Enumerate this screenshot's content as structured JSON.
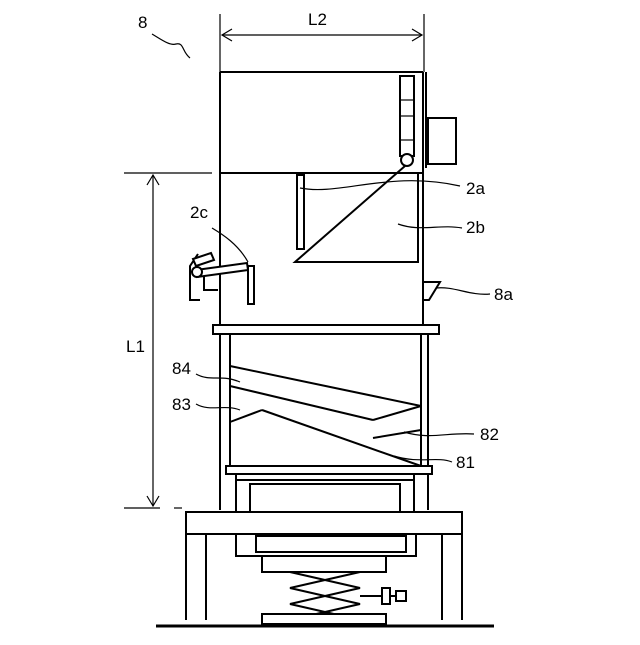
{
  "figure": {
    "ref_main": "8",
    "dim_width": "L2",
    "dim_height": "L1",
    "labels": {
      "part_2a": "2a",
      "part_2b": "2b",
      "part_2c": "2c",
      "part_8a": "8a",
      "part_84": "84",
      "part_83": "83",
      "part_82": "82",
      "part_81": "81"
    }
  }
}
